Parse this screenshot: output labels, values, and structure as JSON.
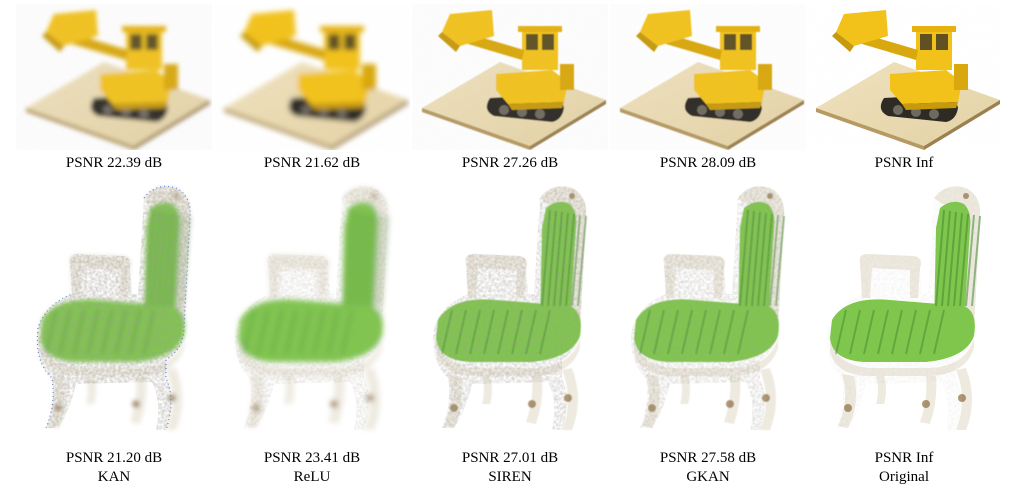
{
  "figure": {
    "columns": [
      {
        "top_caption": "PSNR 22.39 dB",
        "bottom_caption": "PSNR 21.20 dB",
        "method": "KAN",
        "blur": 2.2,
        "noise": 0.55,
        "fringe": true
      },
      {
        "top_caption": "PSNR 21.62 dB",
        "bottom_caption": "PSNR 23.41 dB",
        "method": "ReLU",
        "blur": 2.6,
        "noise": 0.25,
        "fringe": false
      },
      {
        "top_caption": "PSNR 27.26 dB",
        "bottom_caption": "PSNR 27.01 dB",
        "method": "SIREN",
        "blur": 0.6,
        "noise": 0.45,
        "fringe": false
      },
      {
        "top_caption": "PSNR 28.09 dB",
        "bottom_caption": "PSNR 27.58 dB",
        "method": "GKAN",
        "blur": 0.5,
        "noise": 0.35,
        "fringe": false
      },
      {
        "top_caption": "PSNR Inf",
        "bottom_caption": "PSNR Inf",
        "method": "Original",
        "blur": 0,
        "noise": 0.1,
        "fringe": false
      }
    ],
    "colors": {
      "lego_yellow": "#f2c21a",
      "lego_dark": "#2e2b25",
      "plate": "#e4d2a4",
      "chair_green": "#7ec84a",
      "chair_dark_green": "#3f8a2c",
      "chair_frame": "#eeeae0",
      "chair_gold": "#8a6b3a"
    }
  }
}
